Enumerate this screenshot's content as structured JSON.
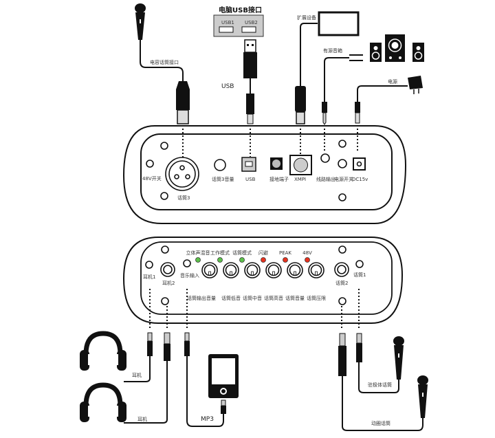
{
  "top": {
    "computer_usb": "电脑USB接口",
    "usb1": "USB1",
    "usb2": "USB2",
    "usb_cable": "USB",
    "condenser_mic": "电容话筒接口",
    "expansion": "扩展设备",
    "speakers": "有源音箱",
    "power": "电源"
  },
  "rear_panel": {
    "switch_48v": "48V开关",
    "mic3": "话筒3",
    "mic3_volume": "话筒3音量",
    "usb": "USB",
    "ground": "接地端子",
    "xmpi": "XMPI",
    "line_out": "线路输出",
    "power_switch": "电源开关",
    "dc": "DC15v"
  },
  "front_panel": {
    "hp1": "耳机1",
    "hp2": "耳机2",
    "music_in": "音乐输入",
    "mic2": "话筒2",
    "mic1": "话筒1",
    "leds": [
      {
        "label": "立体声混音",
        "color": "#5cc04a"
      },
      {
        "label": "工作模式",
        "color": "#5cc04a"
      },
      {
        "label": "话筒模式",
        "color": "#5cc04a"
      },
      {
        "label": "闪避",
        "color": "#e8321e"
      },
      {
        "label": "PEAK",
        "color": "#e8321e"
      },
      {
        "label": "48V",
        "color": "#e8321e"
      }
    ],
    "knobs": [
      "话筒输出音量",
      "话筒低音",
      "话筒中音",
      "话筒高音",
      "话筒音量",
      "话筒压限"
    ]
  },
  "bottom": {
    "headphone1": "耳机",
    "headphone2": "耳机",
    "mp3": "MP3",
    "electret_mic": "驻极体话筒",
    "dynamic_mic": "动圈话筒"
  }
}
